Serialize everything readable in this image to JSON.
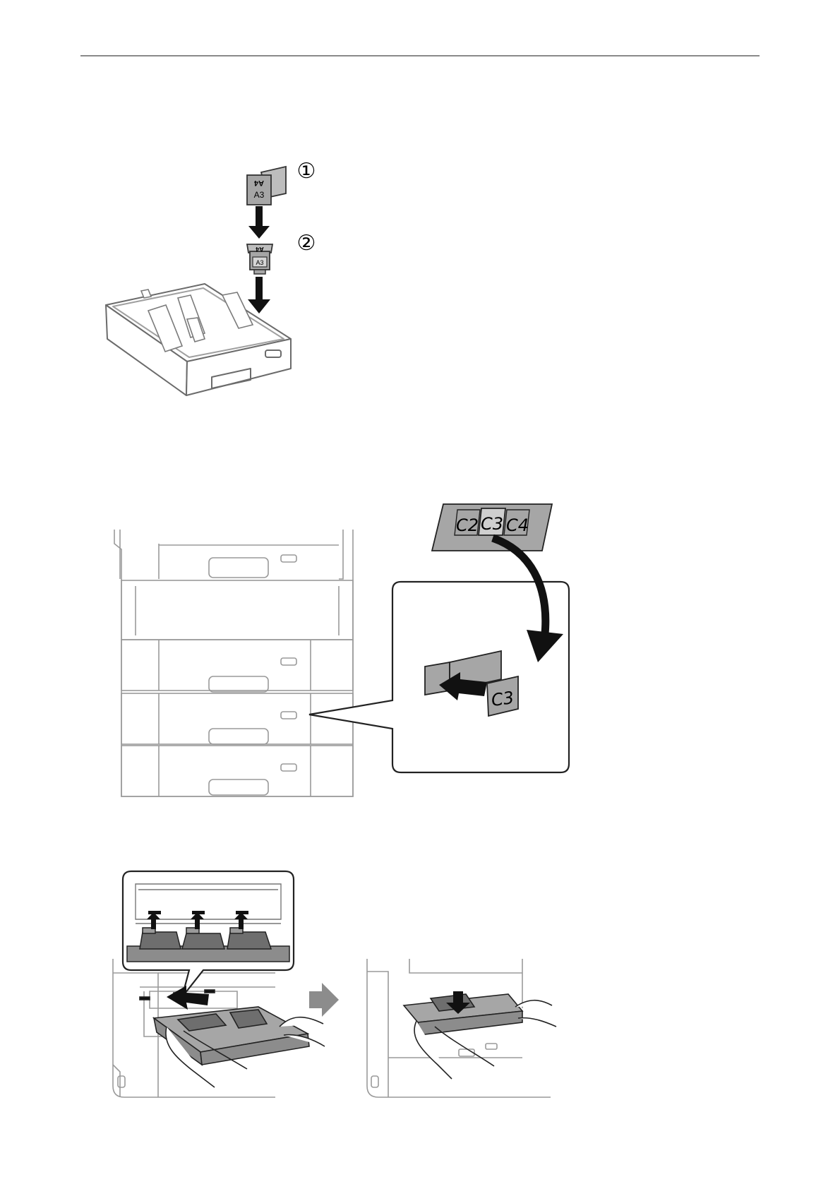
{
  "figure1": {
    "step_markers": [
      "①",
      "②"
    ],
    "label_upper": "A4",
    "label_lower": "A3"
  },
  "figure2": {
    "sticker_labels": [
      "C2",
      "C3",
      "C4"
    ],
    "selected_label": "C3"
  },
  "colors": {
    "line": "#5a5a5a",
    "light_line": "#9a9a9a",
    "sticker_fill": "#a6a6a6",
    "arrow": "#111111",
    "grey_arrow": "#8c8c8c"
  }
}
